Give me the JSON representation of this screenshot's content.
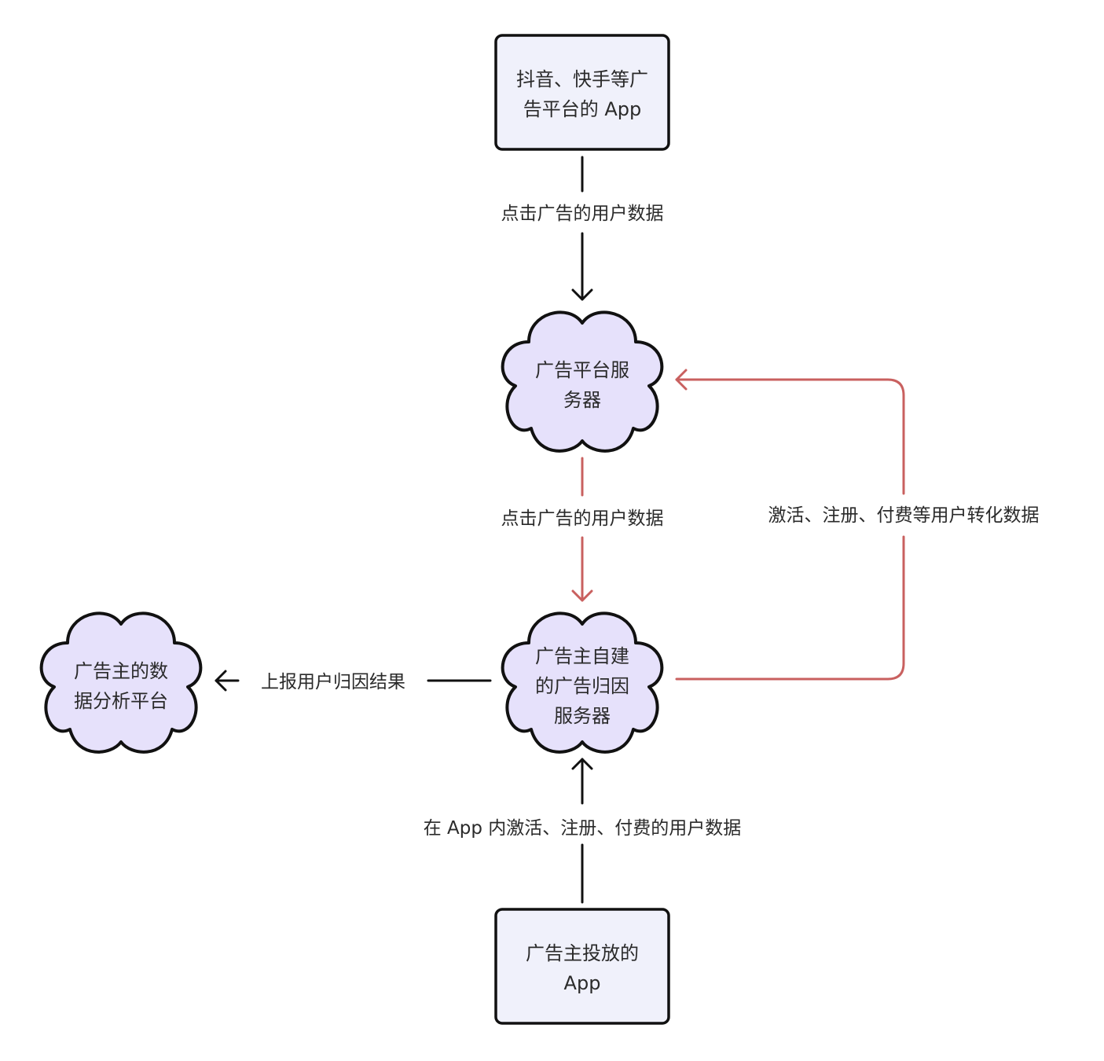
{
  "colors": {
    "box_fill": "#f0f1fb",
    "cloud_fill": "#e6e1fb",
    "outline": "#111111",
    "edge_black": "#111111",
    "edge_red": "#c9605f",
    "text": "#2a2a2a"
  },
  "nodes": {
    "platform_app": {
      "lines": [
        "抖音、快手等广",
        "告平台的 App"
      ]
    },
    "platform_server": {
      "lines": [
        "广告平台服",
        "务器"
      ]
    },
    "attribution_server": {
      "lines": [
        "广告主自建",
        "的广告归因",
        "服务器"
      ]
    },
    "analytics_platform": {
      "lines": [
        "广告主的数",
        "据分析平台"
      ]
    },
    "advertiser_app": {
      "lines": [
        "广告主投放的",
        "App"
      ]
    }
  },
  "edges": {
    "click_data_top": "点击广告的用户数据",
    "click_data_mid": "点击广告的用户数据",
    "conversion_data": "激活、注册、付费等用户转化数据",
    "report_result": "上报用户归因结果",
    "in_app_data": "在 App 内激活、注册、付费的用户数据"
  }
}
